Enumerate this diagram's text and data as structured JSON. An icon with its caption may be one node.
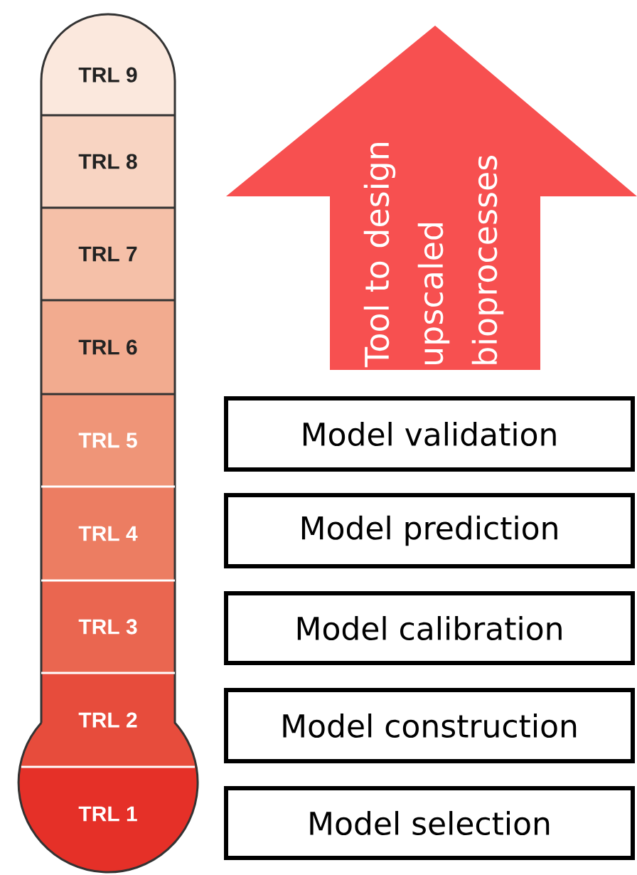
{
  "diagram": {
    "nodes": [
      {
        "text": [
          "TRL 9"
        ]
      },
      {
        "text": [
          "TRL 8"
        ]
      },
      {
        "text": [
          "TRL 7"
        ]
      },
      {
        "text": [
          "TRL 6"
        ]
      },
      {
        "text": [
          "TRL 5"
        ]
      },
      {
        "text": [
          "TRL 4"
        ]
      },
      {
        "text": [
          "TRL 3"
        ]
      },
      {
        "text": [
          "TRL 2"
        ]
      },
      {
        "text": [
          "TRL 1"
        ]
      },
      {
        "text": [
          "Tool to design upscaled bioprocesses"
        ]
      },
      {
        "text": [
          "Model validation"
        ]
      },
      {
        "text": [
          "Model prediction"
        ]
      },
      {
        "text": [
          "Model calibration"
        ]
      },
      {
        "text": [
          "Model construction"
        ]
      },
      {
        "text": [
          "Model selection"
        ]
      }
    ]
  }
}
